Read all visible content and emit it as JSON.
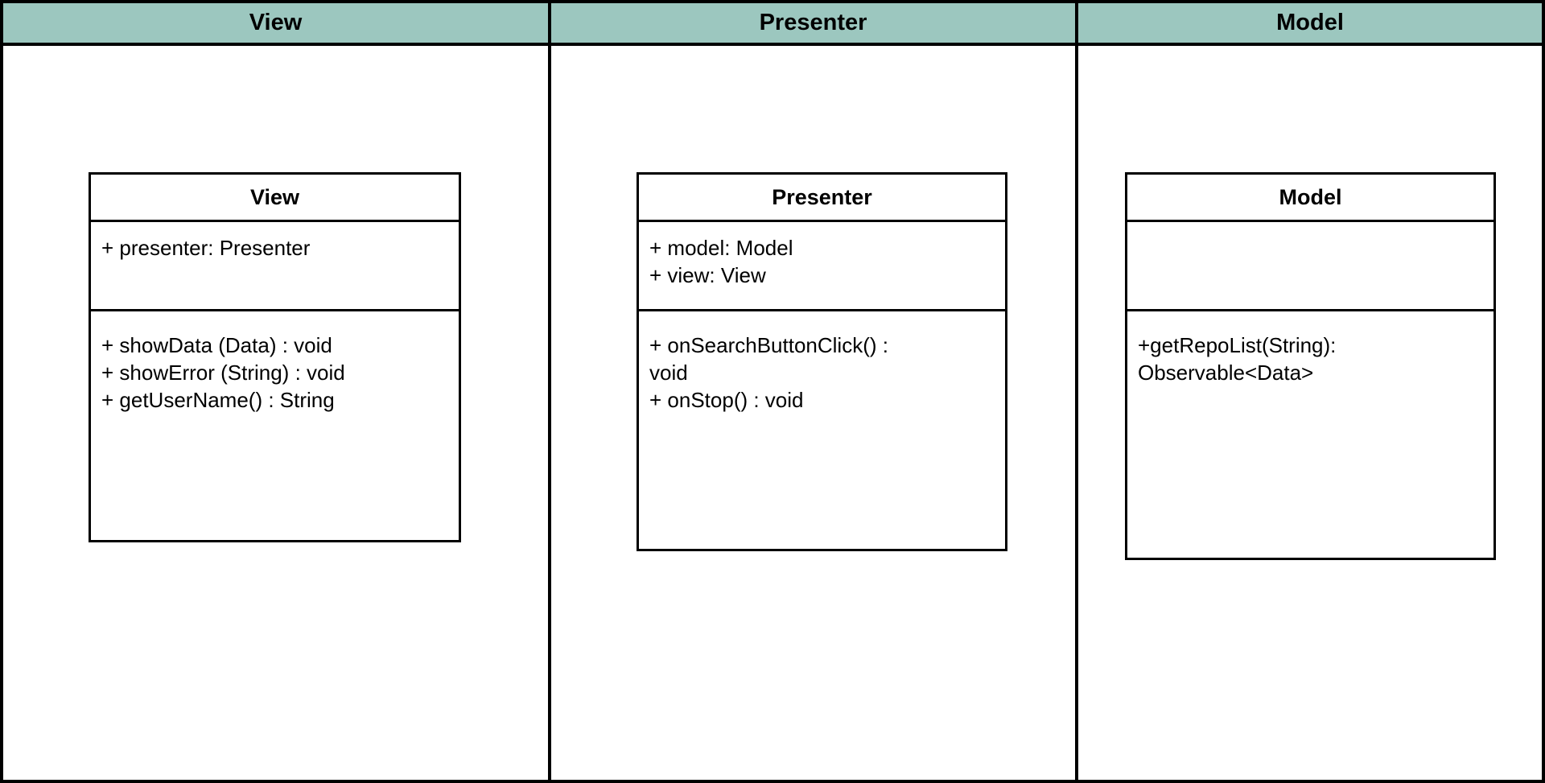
{
  "diagram": {
    "kind": "uml-mvp-swimlane-diagram",
    "colors": {
      "lane_header_fill": "#9cc7bf",
      "border": "#000000",
      "background": "#ffffff",
      "text": "#000000"
    },
    "lanes": [
      {
        "header": "View",
        "class": {
          "title": "View",
          "attribute_lines": [
            "+ presenter: Presenter"
          ],
          "method_lines": [
            "+ showData (Data) : void",
            "+ showError (String) : void",
            "+ getUserName() : String"
          ]
        }
      },
      {
        "header": "Presenter",
        "class": {
          "title": "Presenter",
          "attribute_lines": [
            "+ model: Model",
            "+ view: View"
          ],
          "method_lines": [
            "+ onSearchButtonClick() :",
            "void",
            "+ onStop() : void"
          ]
        }
      },
      {
        "header": "Model",
        "class": {
          "title": "Model",
          "attribute_lines": [],
          "method_lines": [
            "+getRepoList(String):",
            "Observable<Data>"
          ]
        }
      }
    ]
  }
}
